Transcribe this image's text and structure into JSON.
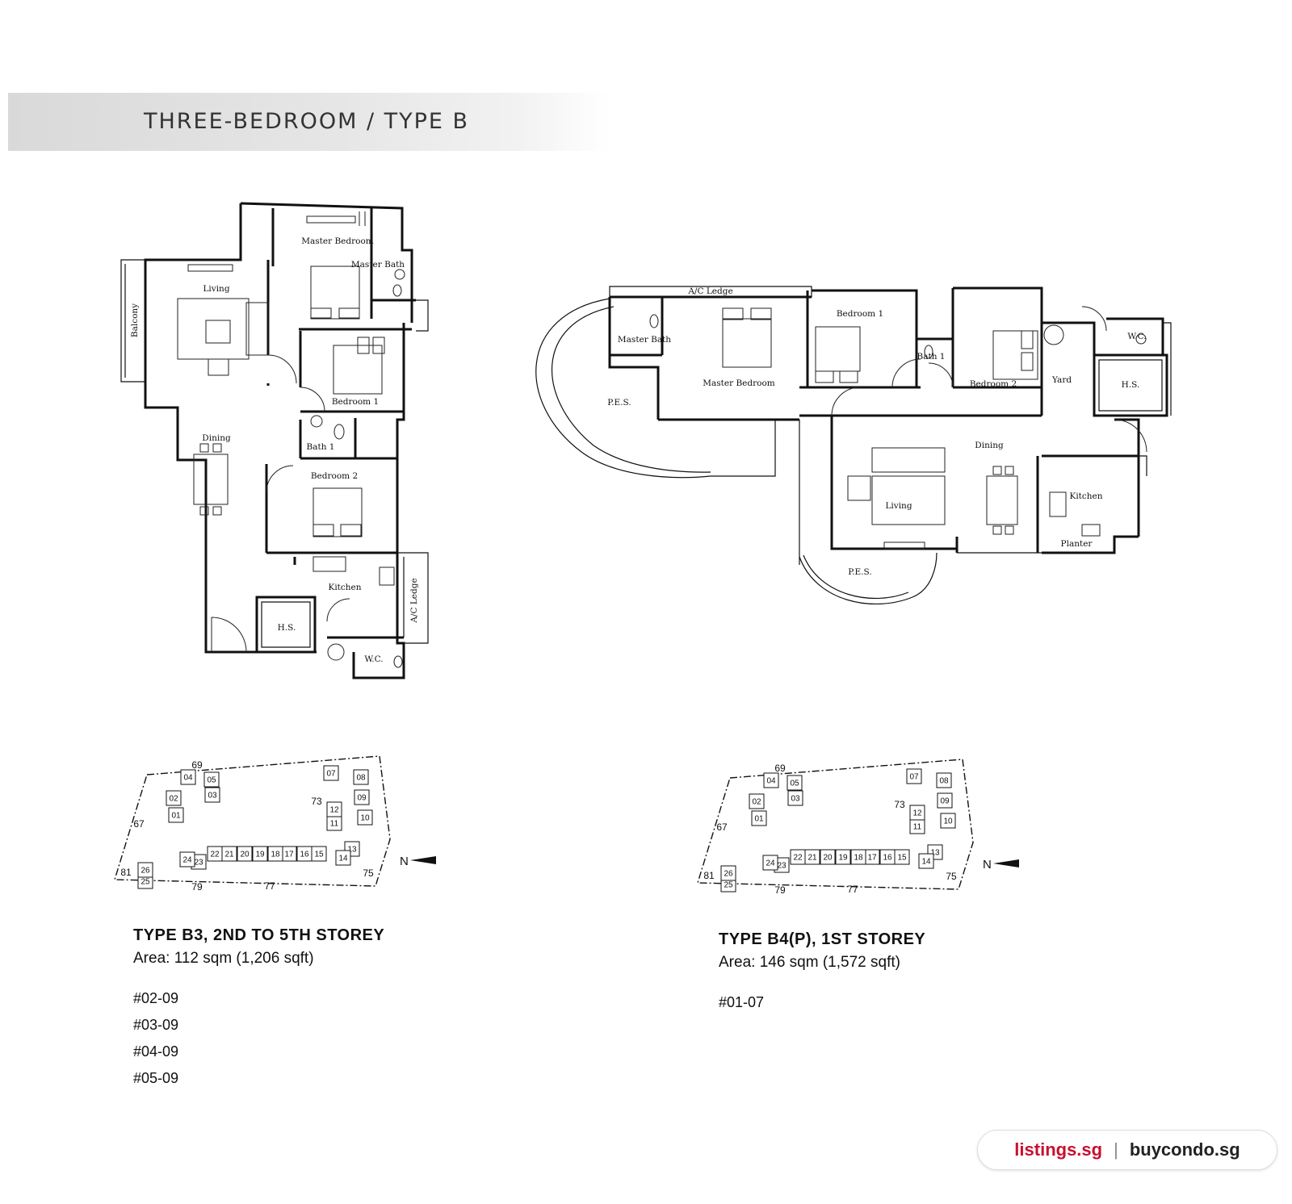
{
  "header": {
    "title": "THREE-BEDROOM / TYPE B"
  },
  "plan_b3": {
    "rooms": {
      "master_bedroom": "Master Bedroom",
      "master_bath": "Master Bath",
      "living": "Living",
      "balcony": "Balcony",
      "bedroom1": "Bedroom 1",
      "dining": "Dining",
      "bath1": "Bath 1",
      "bedroom2": "Bedroom 2",
      "kitchen": "Kitchen",
      "ac_ledge": "A/C Ledge",
      "hs": "H.S.",
      "wc": "W.C."
    }
  },
  "plan_b4": {
    "rooms": {
      "ac_ledge": "A/C Ledge",
      "master_bath": "Master Bath",
      "master_bedroom": "Master Bedroom",
      "bedroom1": "Bedroom 1",
      "bath1": "Bath 1",
      "bedroom2": "Bedroom 2",
      "yard": "Yard",
      "wc": "W.C.",
      "hs": "H.S.",
      "pes_left": "P.E.S.",
      "pes_bottom": "P.E.S.",
      "dining": "Dining",
      "living": "Living",
      "kitchen": "Kitchen",
      "planter": "Planter"
    }
  },
  "keyplan": {
    "north": "N",
    "blocks": [
      "01",
      "02",
      "03",
      "04",
      "05",
      "07",
      "08",
      "09",
      "10",
      "11",
      "12",
      "13",
      "14",
      "15",
      "16",
      "17",
      "18",
      "19",
      "20",
      "21",
      "22",
      "23",
      "24",
      "25",
      "26"
    ],
    "roads": [
      "67",
      "69",
      "73",
      "75",
      "77",
      "79",
      "81"
    ],
    "highlight_left": "09",
    "highlight_right": "07"
  },
  "units": [
    {
      "title": "TYPE B3, 2ND TO 5TH STOREY",
      "area": "Area: 112 sqm (1,206 sqft)",
      "numbers": [
        "#02-09",
        "#03-09",
        "#04-09",
        "#05-09"
      ]
    },
    {
      "title": "TYPE B4(P), 1ST STOREY",
      "area": "Area: 146 sqm (1,572 sqft)",
      "numbers": [
        "#01-07"
      ]
    }
  ],
  "branding": {
    "left": "listings.sg",
    "separator": "|",
    "right": "buycondo.sg"
  }
}
